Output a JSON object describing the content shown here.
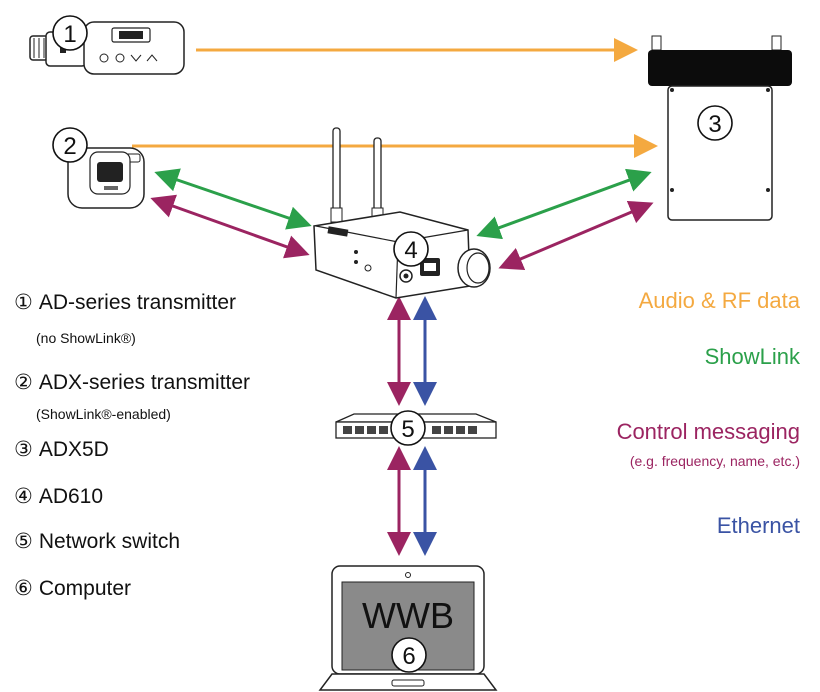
{
  "colors": {
    "audio_rf": "#F4A940",
    "showlink": "#2BA04A",
    "control": "#9B2461",
    "ethernet": "#3A53A4"
  },
  "devices": {
    "d1": "1",
    "d2": "2",
    "d3": "3",
    "d4": "4",
    "d5": "5",
    "d6": "6",
    "computer_screen": "WWB"
  },
  "items": [
    {
      "num": "①",
      "label": "AD-series transmitter",
      "sub": "(no ShowLink®)"
    },
    {
      "num": "②",
      "label": "ADX-series transmitter",
      "sub": "(ShowLink®-enabled)"
    },
    {
      "num": "③",
      "label": "ADX5D",
      "sub": ""
    },
    {
      "num": "④",
      "label": "AD610",
      "sub": ""
    },
    {
      "num": "⑤",
      "label": "Network switch",
      "sub": ""
    },
    {
      "num": "⑥",
      "label": "Computer",
      "sub": ""
    }
  ],
  "key": {
    "audio_rf": "Audio & RF data",
    "showlink": "ShowLink",
    "control": "Control messaging",
    "control_sub": "(e.g. frequency, name, etc.)",
    "ethernet": "Ethernet"
  }
}
